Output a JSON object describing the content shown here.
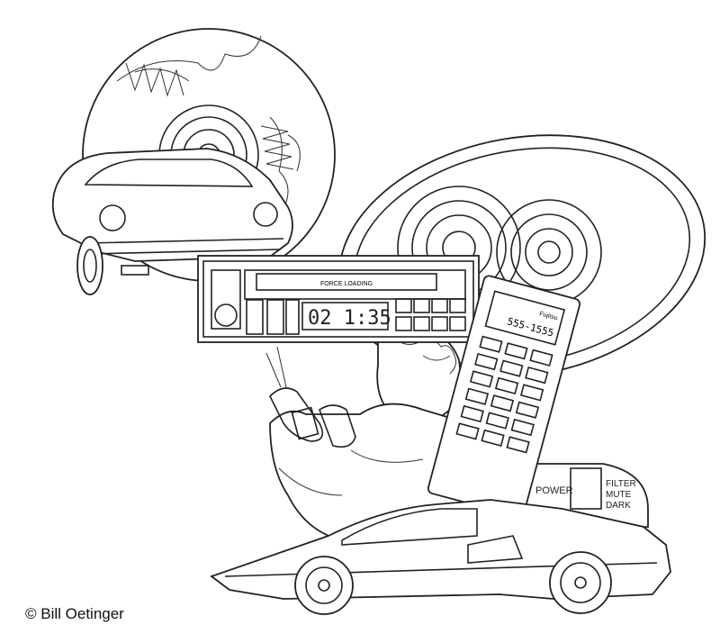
{
  "credit": "© Bill Oetinger",
  "radio": {
    "slot_label": "FORCE LOADING",
    "display": "02  1:35"
  },
  "phone": {
    "brand": "Fujitsu",
    "display": "555-1555"
  },
  "remote": {
    "power_label": "POWER",
    "filter_label": "FILTER",
    "mute_label": "MUTE",
    "dark_label": "DARK"
  }
}
